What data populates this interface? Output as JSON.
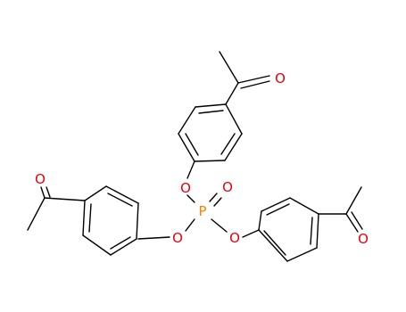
{
  "colors": {
    "background": "#ffffff",
    "bond": "#000000",
    "oxygen": "#e8000b",
    "phosphorus": "#ff8000"
  },
  "atoms": {
    "top_carbonyl_o": "O",
    "top_ester_o": "O",
    "phosphorus": "P",
    "phosphoryl_o": "O",
    "left_ester_o": "O",
    "right_ester_o": "O",
    "left_carbonyl_o": "O",
    "right_carbonyl_o": "O"
  }
}
